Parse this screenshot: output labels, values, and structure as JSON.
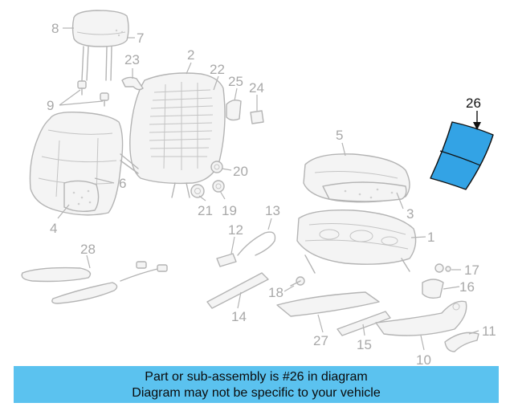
{
  "callouts": {
    "c1": "1",
    "c2": "2",
    "c3": "3",
    "c4": "4",
    "c5": "5",
    "c6": "6",
    "c7": "7",
    "c8": "8",
    "c9": "9",
    "c10": "10",
    "c11": "11",
    "c12": "12",
    "c13": "13",
    "c14": "14",
    "c15": "15",
    "c16": "16",
    "c17": "17",
    "c18": "18",
    "c19": "19",
    "c20": "20",
    "c21": "21",
    "c22": "22",
    "c23": "23",
    "c24": "24",
    "c25": "25",
    "c26": "26",
    "c27": "27",
    "c28": "28"
  },
  "highlighted_part": "26",
  "colors": {
    "highlight_fill": "#33a3e5",
    "banner_background": "#5bc2ef",
    "part_line": "#b4b4b4"
  },
  "banner": {
    "line1": "Part or sub-assembly is #26 in diagram",
    "line2": "Diagram may not be specific to your vehicle"
  }
}
